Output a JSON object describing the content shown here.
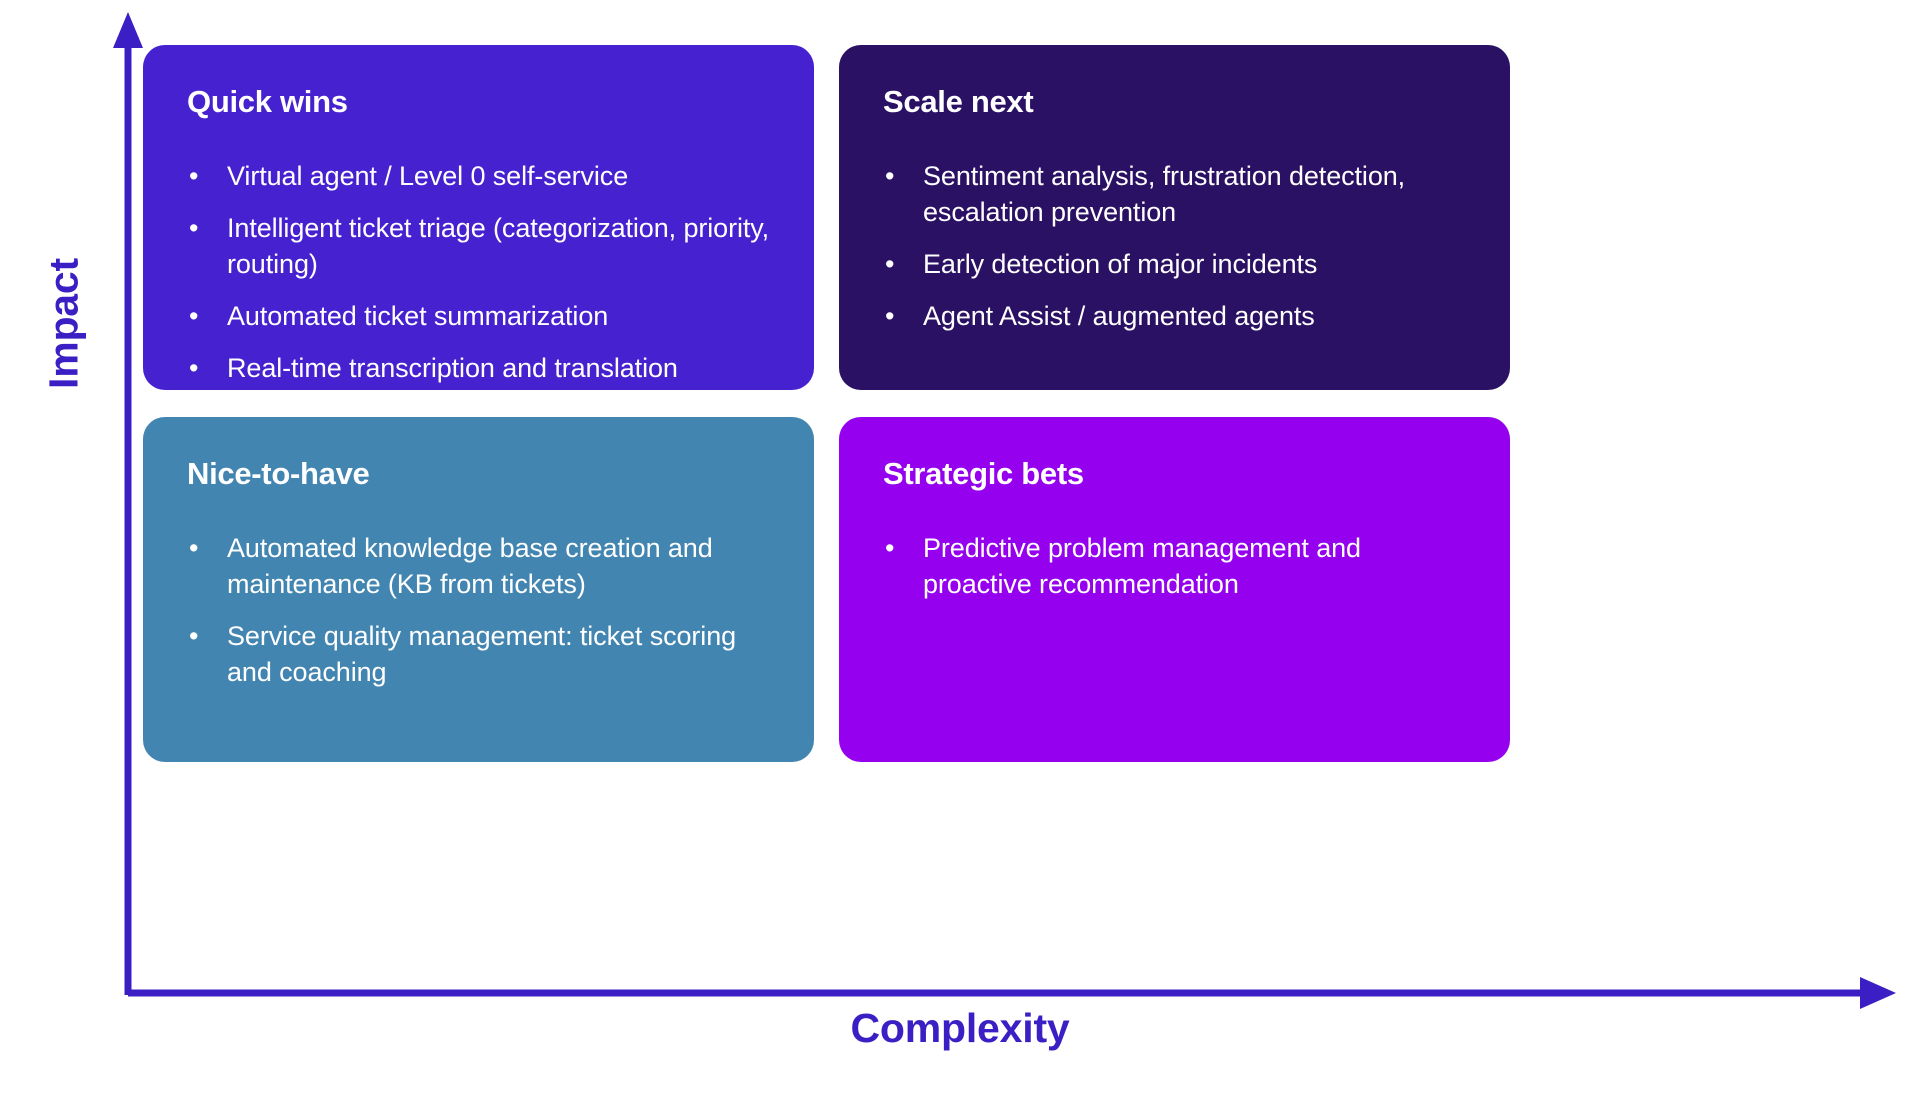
{
  "diagram": {
    "type": "2x2-prioritization-matrix",
    "axes": {
      "y_label": "Impact",
      "x_label": "Complexity",
      "axis_color": "#3B1FC4",
      "y_arrow_icon": "arrow-up-icon",
      "x_arrow_icon": "arrow-right-icon"
    },
    "quadrants": [
      {
        "id": "quick-wins",
        "title": "Quick wins",
        "color": "#4621CF",
        "position": "top-left",
        "bullet_glyph": "•",
        "items": [
          "Virtual agent / Level 0 self-service",
          "Intelligent ticket triage (categorization, priority, routing)",
          "Automated ticket summarization",
          "Real-time transcription and translation"
        ]
      },
      {
        "id": "scale-next",
        "title": "Scale next",
        "color": "#2A1163",
        "position": "top-right",
        "bullet_glyph": "•",
        "items": [
          "Sentiment analysis, frustration detection, escalation prevention",
          "Early detection of major incidents",
          "Agent Assist / augmented agents"
        ]
      },
      {
        "id": "nice-to-have",
        "title": "Nice-to-have",
        "color": "#4285B0",
        "position": "bottom-left",
        "bullet_glyph": "•",
        "items": [
          "Automated knowledge base creation and maintenance (KB from tickets)",
          "Service quality management: ticket scoring and coaching"
        ]
      },
      {
        "id": "strategic-bets",
        "title": "Strategic bets",
        "color": "#9500EF",
        "position": "bottom-right",
        "bullet_glyph": "•",
        "items": [
          "Predictive problem management and proactive recommendation"
        ]
      }
    ]
  }
}
